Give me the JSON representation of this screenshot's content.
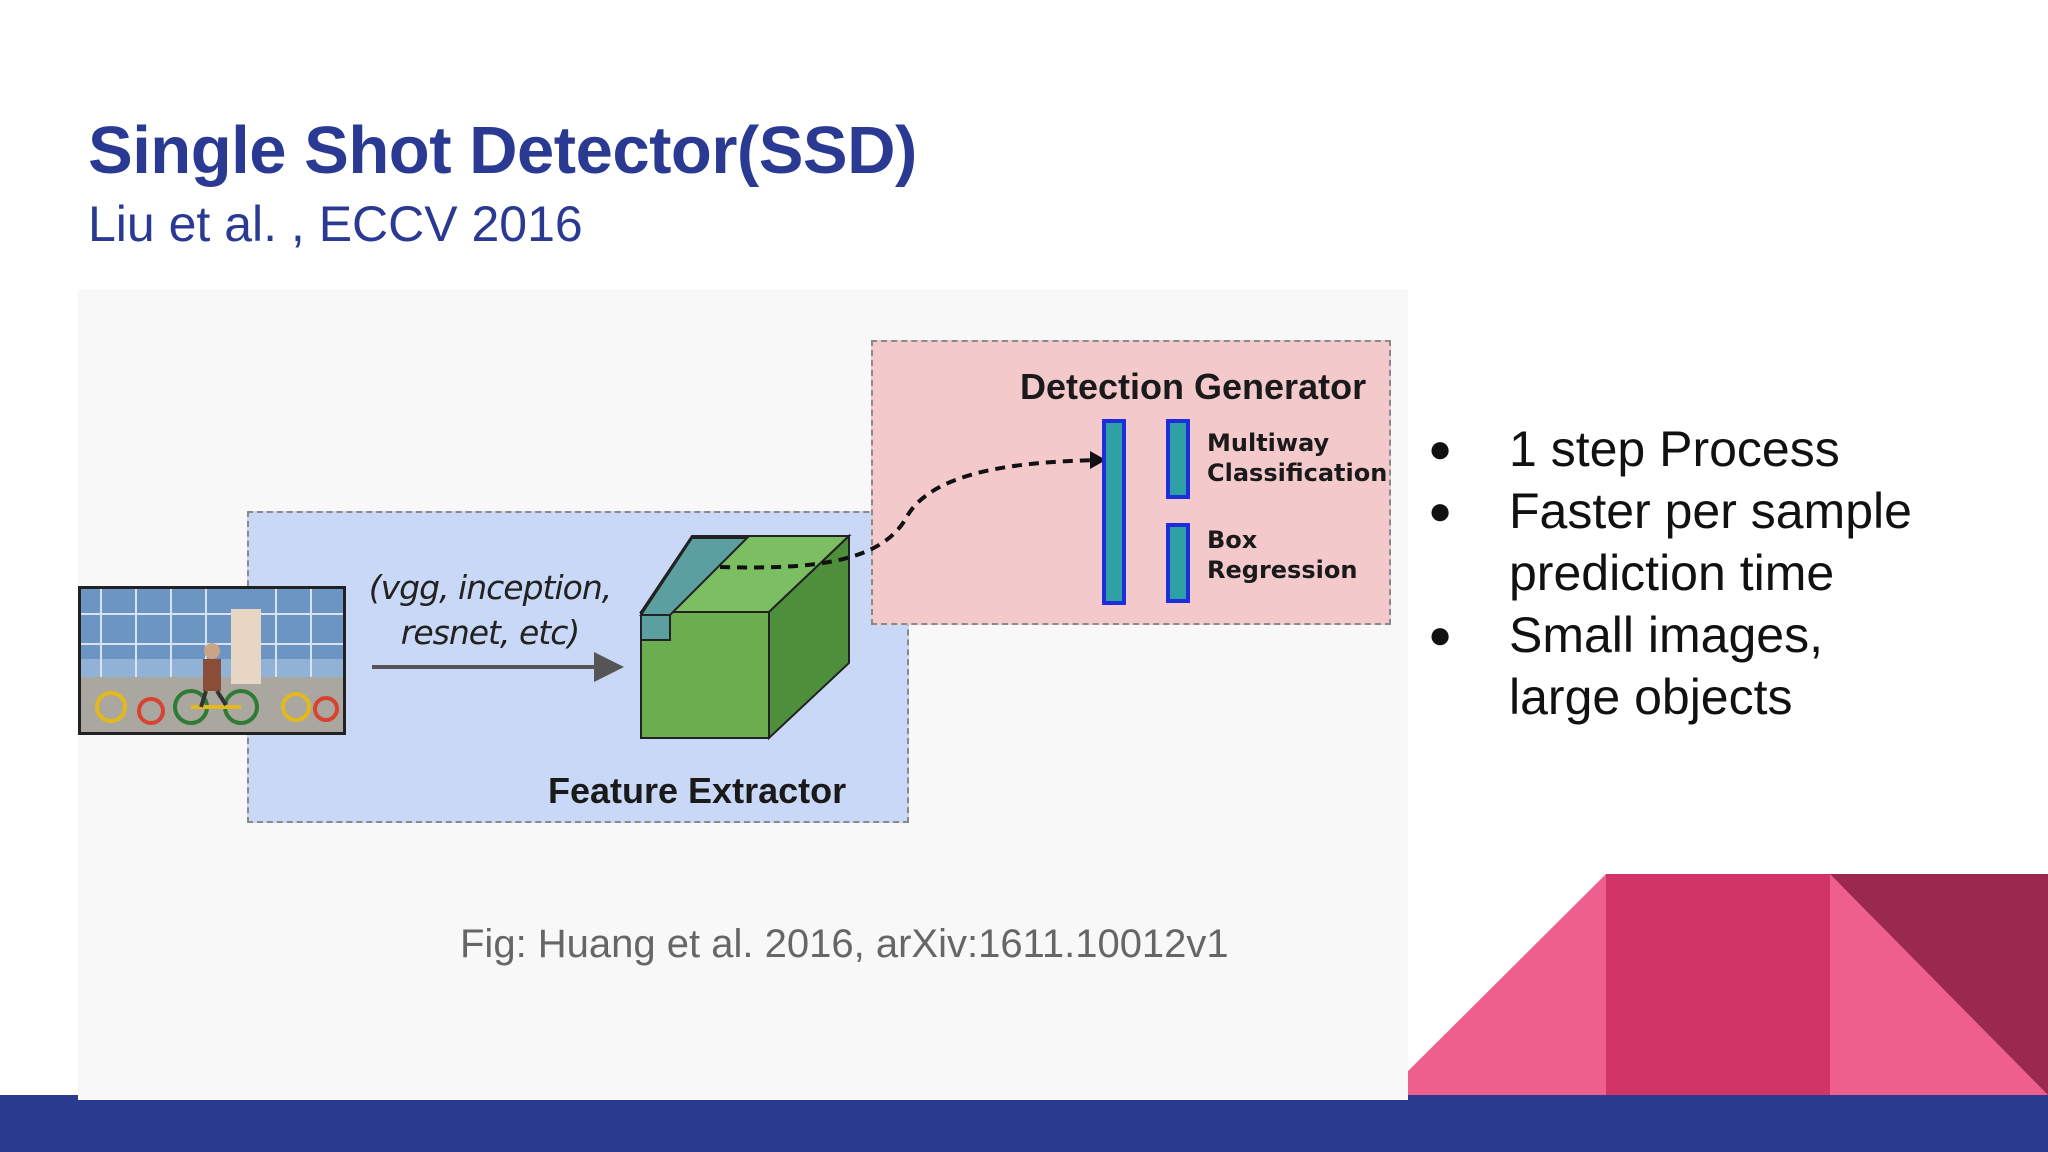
{
  "slide": {
    "title": "Single Shot Detector(SSD)",
    "subtitle": "Liu et al. , ECCV 2016"
  },
  "figure": {
    "feature_extractor_label": "Feature Extractor",
    "detection_generator_label": "Detection Generator",
    "backbone_line1": "(vgg, inception,",
    "backbone_line2": "resnet, etc)",
    "multiway_line1": "Multiway",
    "multiway_line2": "Classification",
    "box_line1": "Box",
    "box_line2": "Regression",
    "caption": "Fig: Huang et al. 2016, arXiv:1611.10012v1"
  },
  "bullets": {
    "items": [
      {
        "lines": [
          "1 step Process"
        ]
      },
      {
        "lines": [
          "Faster per sample",
          "prediction time"
        ]
      },
      {
        "lines": [
          "Small images,",
          "large objects"
        ]
      }
    ],
    "marker": "●"
  },
  "colors": {
    "title": "#2a3a93",
    "footer": "#2a3a8f",
    "pink_light": "#ef5f8e",
    "pink_dark": "#d13567",
    "maroon": "#9b284f"
  }
}
